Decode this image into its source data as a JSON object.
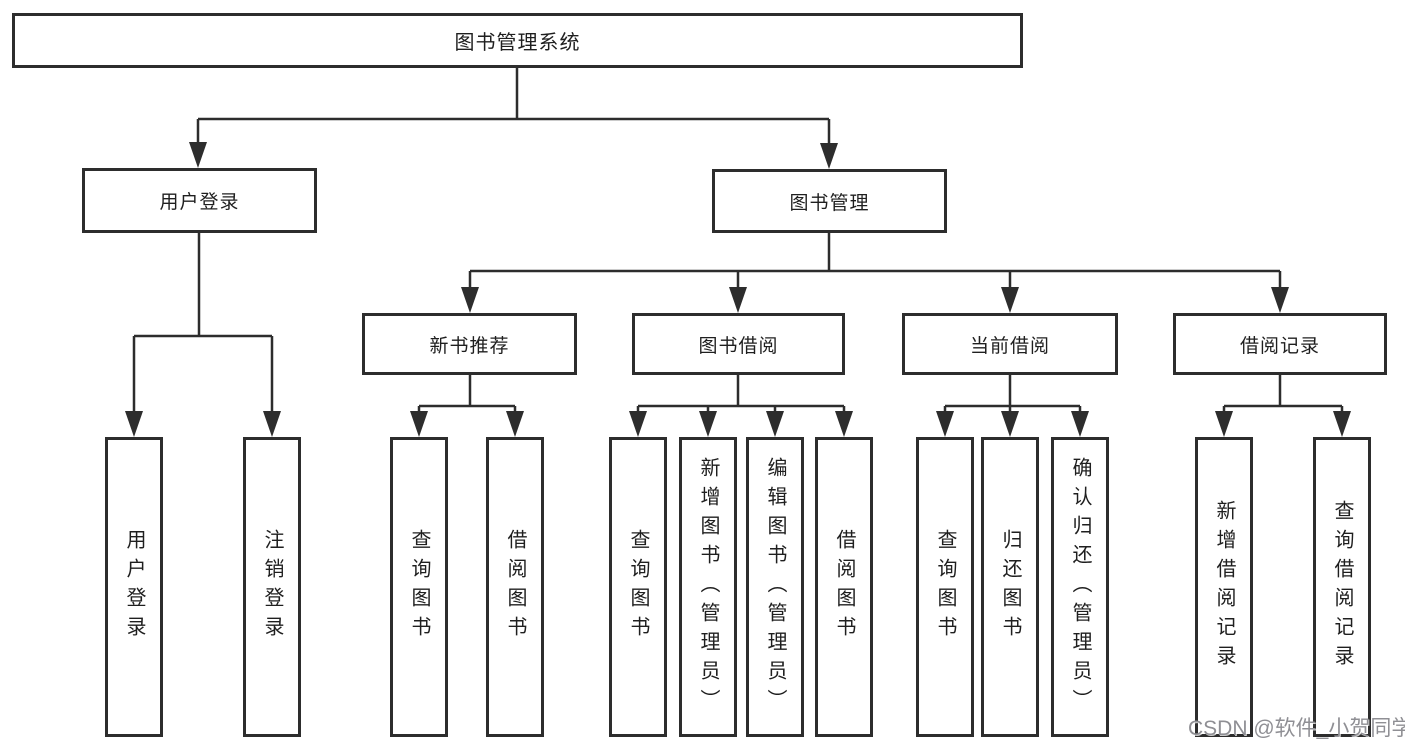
{
  "diagram": {
    "root": "图书管理系统",
    "nodes": {
      "user_login": "用户登录",
      "book_mgmt": "图书管理",
      "new_books": "新书推荐",
      "book_borrow": "图书借阅",
      "current_borrow": "当前借阅",
      "borrow_records": "借阅记录"
    },
    "leaves": {
      "user_login": [
        "用户登录",
        "注销登录"
      ],
      "new_books": [
        "查询图书",
        "借阅图书"
      ],
      "book_borrow": [
        "查询图书",
        "新增图书（管理员）",
        "编辑图书（管理员）",
        "借阅图书"
      ],
      "current_borrow": [
        "查询图书",
        "归还图书",
        "确认归还（管理员）"
      ],
      "borrow_records": [
        "新增借阅记录",
        "查询借阅记录"
      ]
    }
  },
  "watermark": "CSDN @软件_小贺同学",
  "colors": {
    "line": "#2d2d2d",
    "box_border": "#2d2d2d",
    "box_background": "#ffffff",
    "text": "#1f1f1f",
    "watermark_text": "#8f8f94"
  }
}
